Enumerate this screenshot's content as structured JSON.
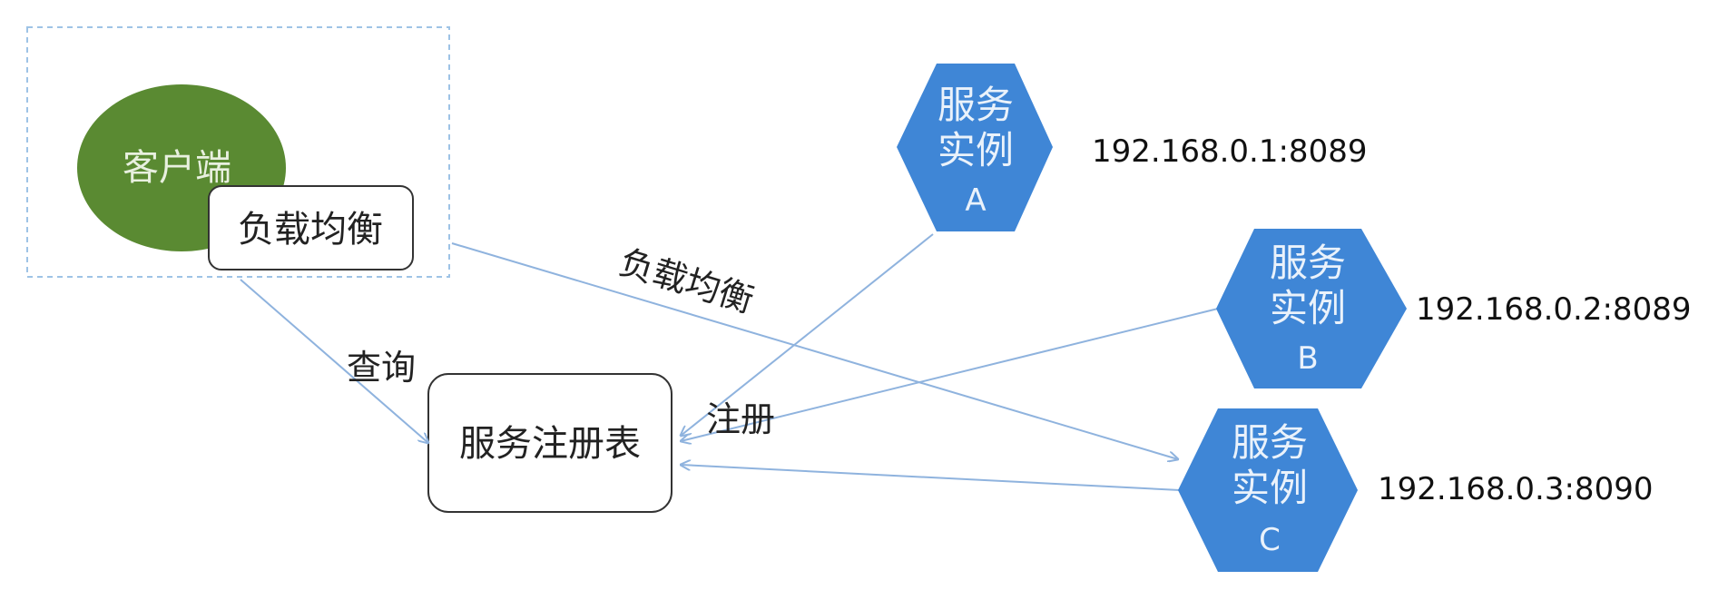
{
  "client": {
    "label": "客户端"
  },
  "load_balancer": {
    "label": "负载均衡"
  },
  "registry": {
    "label": "服务注册表"
  },
  "edges": {
    "query_label": "查询",
    "balance_label": "负载均衡",
    "register_label": "注册"
  },
  "instances": [
    {
      "line1": "服务",
      "line2": "实例",
      "letter": "A",
      "address": "192.168.0.1:8089"
    },
    {
      "line1": "服务",
      "line2": "实例",
      "letter": "B",
      "address": "192.168.0.2:8089"
    },
    {
      "line1": "服务",
      "line2": "实例",
      "letter": "C",
      "address": "192.168.0.3:8090"
    }
  ],
  "colors": {
    "client_fill": "#5a8a32",
    "hex_fill": "#3f86d6",
    "arrow": "#8fb3de",
    "dashed_border": "#9ec3e6"
  }
}
